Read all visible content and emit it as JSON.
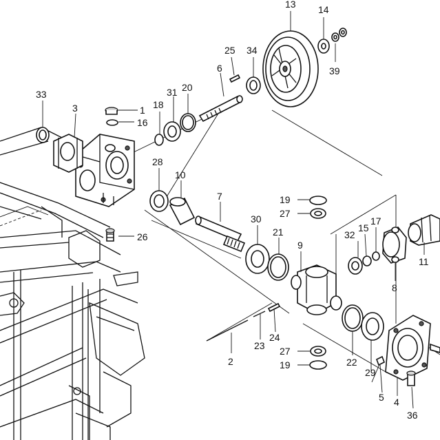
{
  "diagram": {
    "callouts": [
      {
        "id": "c13",
        "text": "13"
      },
      {
        "id": "c14",
        "text": "14"
      },
      {
        "id": "c25",
        "text": "25"
      },
      {
        "id": "c34",
        "text": "34"
      },
      {
        "id": "c39",
        "text": "39"
      },
      {
        "id": "c6",
        "text": "6"
      },
      {
        "id": "c33",
        "text": "33"
      },
      {
        "id": "c3",
        "text": "3"
      },
      {
        "id": "c1",
        "text": "1"
      },
      {
        "id": "c18",
        "text": "18"
      },
      {
        "id": "c31",
        "text": "31"
      },
      {
        "id": "c20",
        "text": "20"
      },
      {
        "id": "c16",
        "text": "16"
      },
      {
        "id": "c28",
        "text": "28"
      },
      {
        "id": "c10",
        "text": "10"
      },
      {
        "id": "c7",
        "text": "7"
      },
      {
        "id": "c19a",
        "text": "19"
      },
      {
        "id": "c27a",
        "text": "27"
      },
      {
        "id": "c30",
        "text": "30"
      },
      {
        "id": "c21",
        "text": "21"
      },
      {
        "id": "c9",
        "text": "9"
      },
      {
        "id": "c32",
        "text": "32"
      },
      {
        "id": "c15",
        "text": "15"
      },
      {
        "id": "c17",
        "text": "17"
      },
      {
        "id": "c11",
        "text": "11"
      },
      {
        "id": "c8",
        "text": "8"
      },
      {
        "id": "c26",
        "text": "26"
      },
      {
        "id": "c2",
        "text": "2"
      },
      {
        "id": "c23",
        "text": "23"
      },
      {
        "id": "c24",
        "text": "24"
      },
      {
        "id": "c27b",
        "text": "27"
      },
      {
        "id": "c19b",
        "text": "19"
      },
      {
        "id": "c22",
        "text": "22"
      },
      {
        "id": "c29",
        "text": "29"
      },
      {
        "id": "c5",
        "text": "5"
      },
      {
        "id": "c4",
        "text": "4"
      },
      {
        "id": "c36",
        "text": "36"
      }
    ]
  }
}
